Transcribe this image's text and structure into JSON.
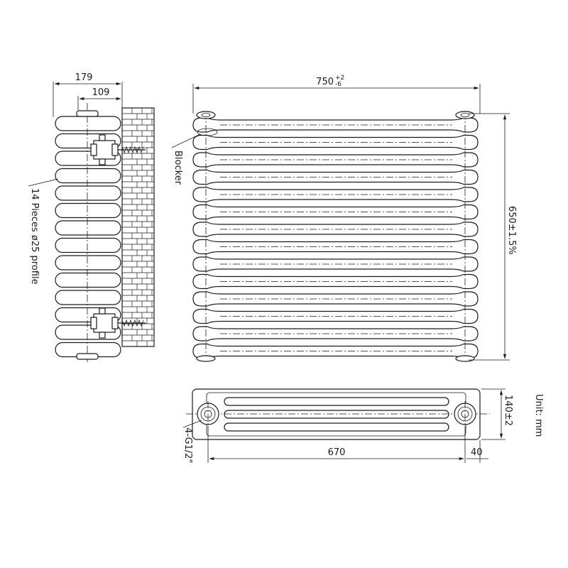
{
  "side_view": {
    "width_total": "179",
    "width_pipe": "109",
    "pieces_label": "14 Pieces ø25 profile",
    "blocker_label": "Blocker"
  },
  "front_view": {
    "width_main": "750",
    "width_tol_upper": "+2",
    "width_tol_lower": "-6",
    "height_label": "650±1.5%"
  },
  "bottom_view": {
    "depth_label": "140±2",
    "centers_label": "670",
    "offset_label": "40",
    "connection_label": "4-G1/2\""
  },
  "unit_label": "Unit: mm",
  "colors": {
    "ink": "#1a1a1a",
    "paper": "#ffffff"
  }
}
